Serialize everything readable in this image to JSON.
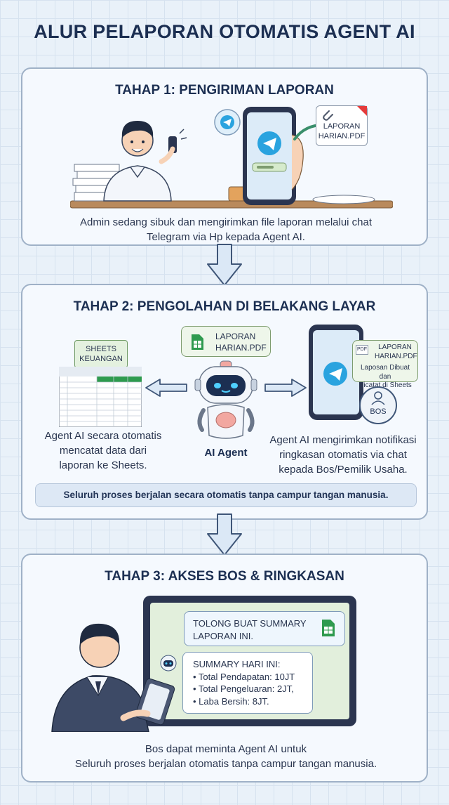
{
  "title": "ALUR PELAPORAN OTOMATIS AGENT AI",
  "stage1": {
    "heading": "TAHAP 1: PENGIRIMAN LAPORAN",
    "file_label_line1": "LAPORAN",
    "file_label_line2": "HARIAN.PDF",
    "caption_line1": "Admin sedang sibuk dan mengirimkan file laporan melalui chat",
    "caption_line2": "Telegram via Hp kepada Agent AI."
  },
  "stage2": {
    "heading": "TAHAP 2: PENGOLAHAN DI BELAKANG LAYAR",
    "sheets_label_line1": "SHEETS",
    "sheets_label_line2": "KEUANGAN",
    "file_label_line1": "LAPORAN",
    "file_label_line2": "HARIAN.PDF",
    "agent_label": "AI Agent",
    "notif_file_line1": "LAPORAN",
    "notif_file_line2": "HARIAN.PDF",
    "notif_text_line1": "Laposan Dibuat dan",
    "notif_text_line2": "Dicatat di Sheets",
    "pdf_tag": "PDF",
    "boss_label": "BOS",
    "left_caption_line1": "Agent AI secara otomatis",
    "left_caption_line2": "mencatat data dari",
    "left_caption_line3": "laporan ke Sheets.",
    "right_caption_line1": "Agent AI mengirimkan notifikasi",
    "right_caption_line2": "ringkasan otomatis via chat",
    "right_caption_line3": "kepada Bos/Pemilik Usaha.",
    "note": "Seluruh proses berjalan secara otomatis tanpa campur tangan manusia."
  },
  "stage3": {
    "heading": "TAHAP 3: AKSES BOS & RINGKASAN",
    "request_line1": "TOLONG BUAT SUMMARY",
    "request_line2": "LAPORAN INI.",
    "summary_title": "SUMMARY HARI INI:",
    "summary_items": [
      "• Total Pendapatan: 10JT",
      "• Total Pengeluaran: 2JT,",
      "• Laba Bersih: 8JT."
    ],
    "caption_line1": "Bos dapat meminta Agent AI untuk",
    "caption_line2": "Seluruh proses berjalan otomatis tanpa campur tangan manusia."
  },
  "colors": {
    "telegram": "#2aa3df",
    "sheets_green": "#2e9a4e",
    "panel_border": "#9fb1c7",
    "navy": "#1c2f52"
  },
  "icons": [
    "telegram-icon",
    "paperclip-icon",
    "sheets-icon",
    "robot-icon",
    "arrow-down-icon",
    "arrow-left-icon",
    "arrow-right-icon",
    "user-icon"
  ]
}
